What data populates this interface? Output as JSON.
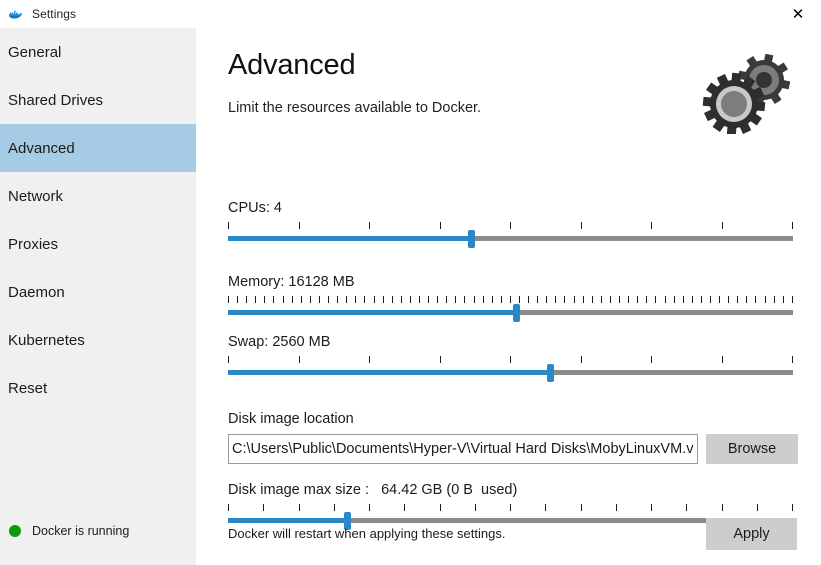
{
  "window": {
    "title": "Settings",
    "icon": "docker-whale-icon",
    "close_label": "✕"
  },
  "sidebar": {
    "items": [
      {
        "label": "General",
        "active": false
      },
      {
        "label": "Shared Drives",
        "active": false
      },
      {
        "label": "Advanced",
        "active": true
      },
      {
        "label": "Network",
        "active": false
      },
      {
        "label": "Proxies",
        "active": false
      },
      {
        "label": "Daemon",
        "active": false
      },
      {
        "label": "Kubernetes",
        "active": false
      },
      {
        "label": "Reset",
        "active": false
      }
    ],
    "status": {
      "text": "Docker is running",
      "color": "#0a9b0a"
    }
  },
  "main": {
    "title": "Advanced",
    "subtitle": "Limit the resources available to Docker.",
    "decoration_icon": "gears-icon",
    "sliders": [
      {
        "name": "cpus",
        "label": "CPUs: 4",
        "value": 4,
        "percent": 43,
        "ticks": 9
      },
      {
        "name": "memory",
        "label": "Memory: 16128 MB",
        "value": "16128 MB",
        "percent": 51,
        "ticks": 63
      },
      {
        "name": "swap",
        "label": "Swap: 2560 MB",
        "value": "2560 MB",
        "percent": 57,
        "ticks": 9
      },
      {
        "name": "disk-image-max-size",
        "label": "Disk image max size :   64.42 GB (0 B  used)",
        "value": "64.42 GB",
        "used": "0 B",
        "percent": 21,
        "ticks": 17
      }
    ],
    "disk_image_location": {
      "label": "Disk image location",
      "value": "C:\\Users\\Public\\Documents\\Hyper-V\\Virtual Hard Disks\\MobyLinuxVM.vhdx",
      "placeholder": "",
      "browse_label": "Browse"
    },
    "footer": {
      "note": "Docker will restart when applying these settings.",
      "apply_label": "Apply"
    }
  },
  "colors": {
    "accent": "#2b88c8",
    "sidebar_bg": "#f0f0f0",
    "active_nav": "#a5cce4",
    "button_bg": "#cdcdcd",
    "status_green": "#0a9b0a"
  }
}
